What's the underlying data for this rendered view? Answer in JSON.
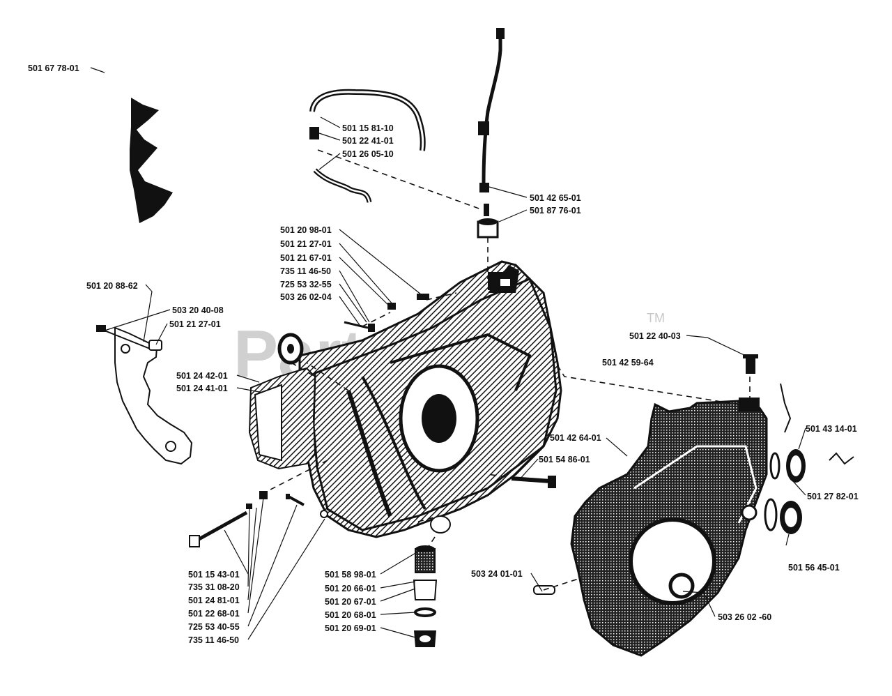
{
  "watermark": {
    "text": "PartsTree",
    "tm": "TM"
  },
  "part_numbers": {
    "p01": "501 67 78-01",
    "p02": "501 15 81-10",
    "p03": "501 22 41-01",
    "p04": "501 26 05-10",
    "p05": "501 42 65-01",
    "p06": "501 87 76-01",
    "p07": "501 20 98-01",
    "p08": "501 21 27-01",
    "p09": "501 21 67-01",
    "p10": "735 11 46-50",
    "p11": "725 53 32-55",
    "p12": "503 26 02-04",
    "p13": "501 20 88-62",
    "p14": "503 20 40-08",
    "p15": "501 21 27-01",
    "p16": "501 24 42-01",
    "p17": "501 24 41-01",
    "p18": "501 22 40-03",
    "p19": "501 42 59-64",
    "p20": "501 42 64-01",
    "p21": "501 43 14-01",
    "p22": "501 54 86-01",
    "p23": "501 27 82-01",
    "p24": "501 56 45-01",
    "p25": "503 24 01-01",
    "p26": "503 26 02 -60",
    "p27": "501 58 98-01",
    "p28": "501 20 66-01",
    "p29": "501 20 67-01",
    "p30": "501 20 68-01",
    "p31": "501 20 69-01",
    "p32": "501 15 43-01",
    "p33": "735 31 08-20",
    "p34": "501 24 81-01",
    "p35": "501 22 68-01",
    "p36": "725 53 40-55",
    "p37": "735 11 46-50"
  }
}
